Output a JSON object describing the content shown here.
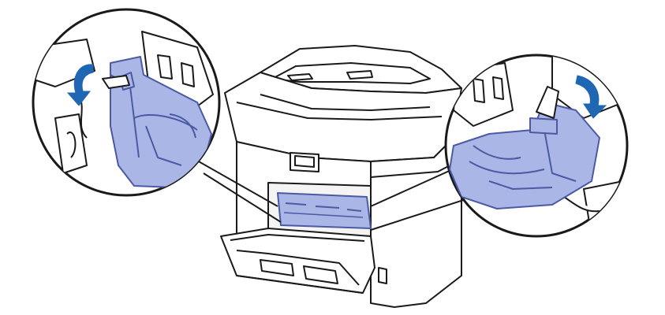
{
  "figure": {
    "description_visible_text": "",
    "colors": {
      "line": "#1a1a1a",
      "paper": "#ffffff",
      "highlight_fill": "#a9b6e6",
      "highlight_stroke": "#4b5aa3",
      "arrow": "#1f66b3"
    },
    "callouts": [
      {
        "id": "left-callout",
        "arrow_direction": "down-left"
      },
      {
        "id": "right-callout",
        "arrow_direction": "down-right"
      }
    ]
  }
}
